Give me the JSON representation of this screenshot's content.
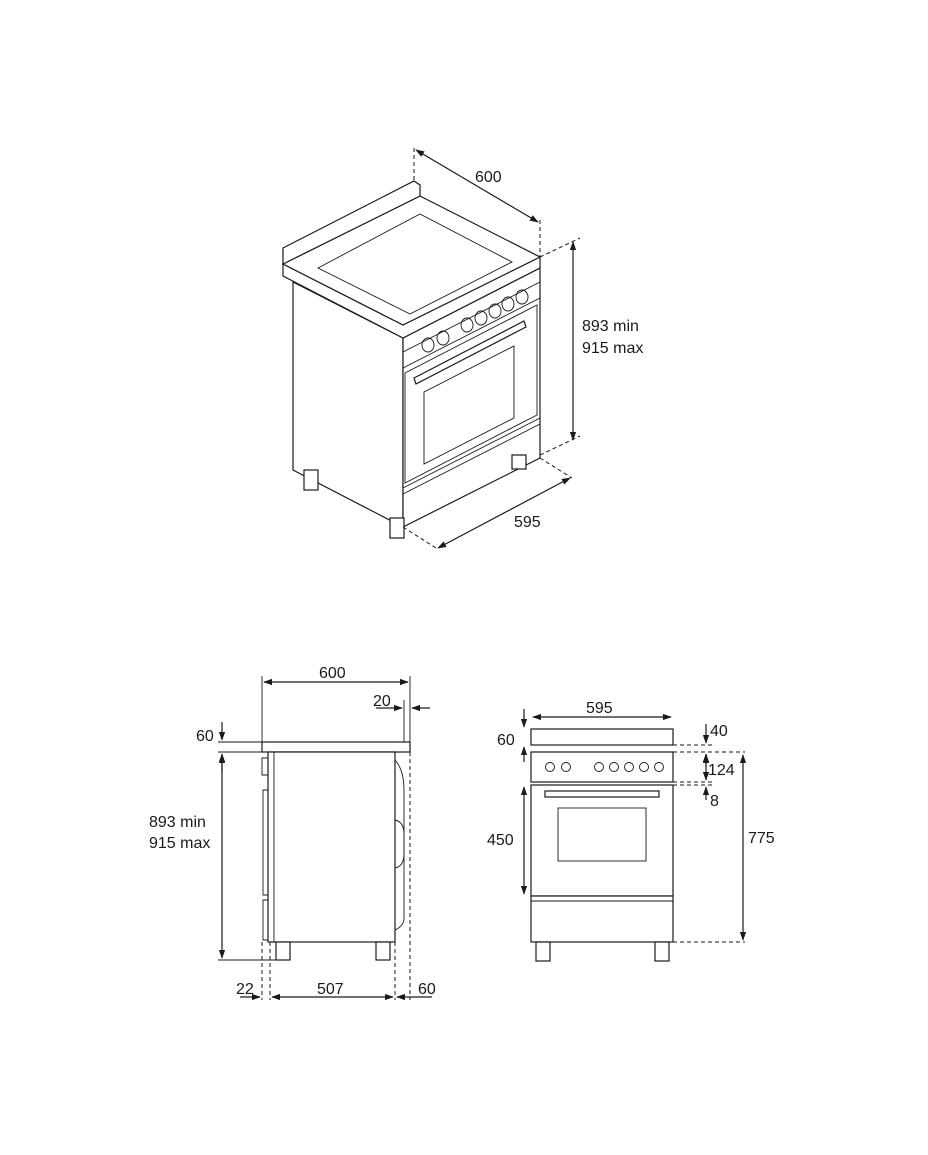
{
  "colors": {
    "line": "#1a1a1a",
    "background": "#ffffff"
  },
  "iso_view": {
    "width_label": "600",
    "height_label_min": "893 min",
    "height_label_max": "915 max",
    "depth_label": "595"
  },
  "side_view": {
    "top_width": "600",
    "back_offset": "20",
    "top_height": "60",
    "height_min": "893 min",
    "height_max": "915 max",
    "foot_offset": "22",
    "body_depth": "507",
    "front_offset": "60"
  },
  "front_view": {
    "width": "595",
    "top_height": "60",
    "upper_gap": "40",
    "panel_height": "124",
    "lower_gap": "8",
    "oven_height": "450",
    "body_height": "775"
  }
}
